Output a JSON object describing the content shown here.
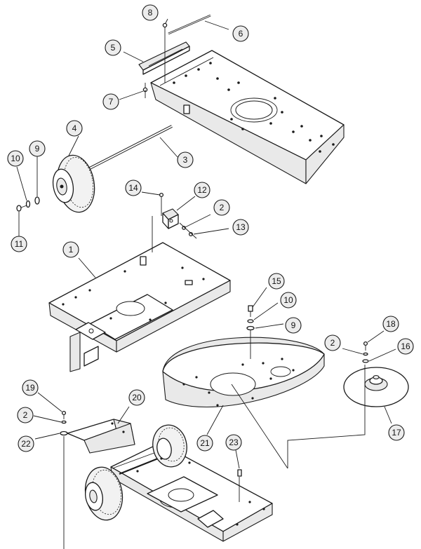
{
  "callouts": [
    {
      "id": "c8",
      "label": "8"
    },
    {
      "id": "c6",
      "label": "6"
    },
    {
      "id": "c5",
      "label": "5"
    },
    {
      "id": "c7",
      "label": "7"
    },
    {
      "id": "c4",
      "label": "4"
    },
    {
      "id": "c3",
      "label": "3"
    },
    {
      "id": "c10a",
      "label": "10"
    },
    {
      "id": "c9a",
      "label": "9"
    },
    {
      "id": "c11",
      "label": "11"
    },
    {
      "id": "c14",
      "label": "14"
    },
    {
      "id": "c12",
      "label": "12"
    },
    {
      "id": "c2a",
      "label": "2"
    },
    {
      "id": "c13",
      "label": "13"
    },
    {
      "id": "c1",
      "label": "1"
    },
    {
      "id": "c15",
      "label": "15"
    },
    {
      "id": "c10b",
      "label": "10"
    },
    {
      "id": "c9b",
      "label": "9"
    },
    {
      "id": "c18",
      "label": "18"
    },
    {
      "id": "c2b",
      "label": "2"
    },
    {
      "id": "c16",
      "label": "16"
    },
    {
      "id": "c17",
      "label": "17"
    },
    {
      "id": "c21",
      "label": "21"
    },
    {
      "id": "c19",
      "label": "19"
    },
    {
      "id": "c20",
      "label": "20"
    },
    {
      "id": "c2c",
      "label": "2"
    },
    {
      "id": "c22",
      "label": "22"
    },
    {
      "id": "c23",
      "label": "23"
    }
  ]
}
